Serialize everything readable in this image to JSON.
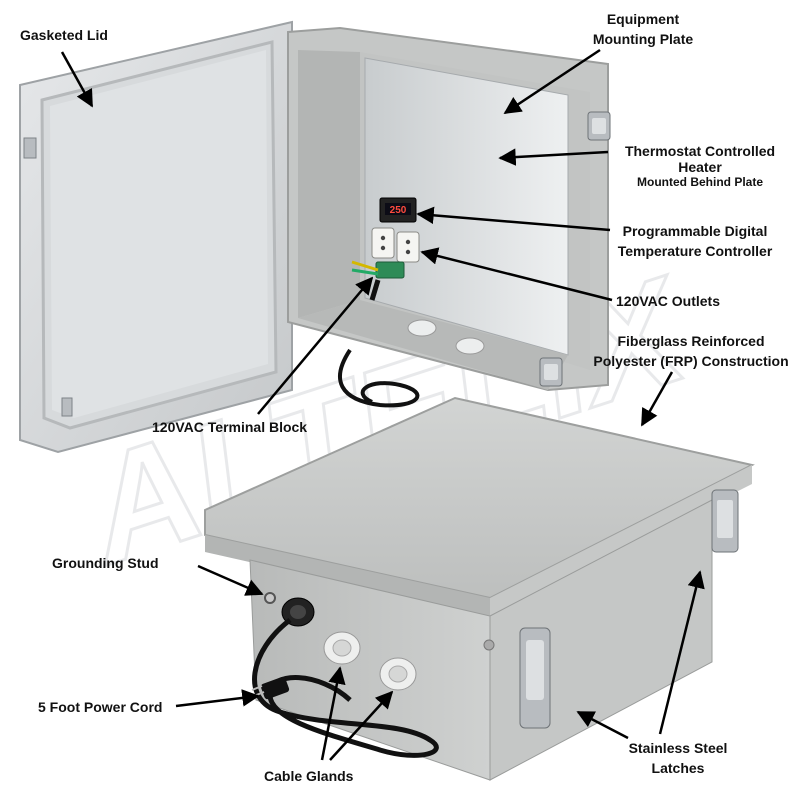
{
  "watermark": {
    "text": "ALTELIX",
    "kind": "logo-watermark"
  },
  "controller_display": "250",
  "labels": {
    "gasketed_lid": "Gasketed Lid",
    "equipment_plate_line1": "Equipment",
    "equipment_plate_line2": "Mounting Plate",
    "heater_line1": "Thermostat Controlled",
    "heater_line2": "Heater",
    "heater_note": "Mounted Behind Plate",
    "controller_line1": "Programmable Digital",
    "controller_line2": "Temperature Controller",
    "outlets": "120VAC Outlets",
    "frp_line1": "Fiberglass Reinforced",
    "frp_line2": "Polyester (FRP) Construction",
    "terminal_block": "120VAC Terminal Block",
    "grounding_stud": "Grounding Stud",
    "power_cord": "5 Foot Power Cord",
    "cable_glands": "Cable Glands",
    "latches_line1": "Stainless Steel",
    "latches_line2": "Latches"
  },
  "colors": {
    "enclosure_gray": "#c9cbca",
    "enclosure_shadow": "#a9abaa",
    "plate_aluminum": "#dcdfe1",
    "latch_steel": "#b8bcc0",
    "arrow": "#000000"
  }
}
